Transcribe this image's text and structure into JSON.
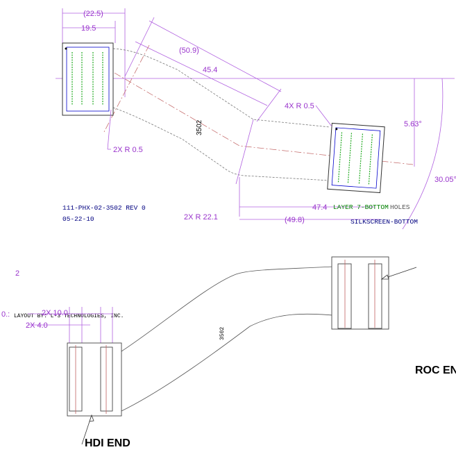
{
  "top_view": {
    "dims": {
      "d_22_5": "(22.5)",
      "d_19_5": "19.5",
      "d_50_9": "(50.9)",
      "d_45_4": "45.4",
      "d_4x_r05": "4X R 0.5",
      "d_5_63": "5.63°",
      "d_2x_r05": "2X R 0.5",
      "d_30_05": "30.05°",
      "d_2x_r22": "2X R 22.1",
      "d_47_4": "47.4",
      "d_49_8": "(49.8)"
    },
    "part_label": "3502",
    "layer_label": "LAYER 7-BOTTOM",
    "holes_label": "HOLES",
    "silkscreen_label": "SILKSCREEN-BOTTOM",
    "notes": [
      "111-PHX-02-3502 REV 0",
      "05-22-10",
      "LAYOUT BY: L-3 TECHNOLOGIES, INC."
    ]
  },
  "bottom_view": {
    "stray_2": "2",
    "stray_03": "0.:",
    "dim_10": "2X 10.0",
    "dim_4": "2X 4.0",
    "overlap_text": "LAYOUT BY: L-3 TECHNOLOGIES, INC.",
    "part_label": "3502",
    "hdi_end": "HDI END",
    "roc_end": "ROC EN"
  },
  "colors": {
    "dimension": "#9933cc",
    "pins": "#22aa22",
    "notes": "#000080",
    "layer": "#008000"
  }
}
